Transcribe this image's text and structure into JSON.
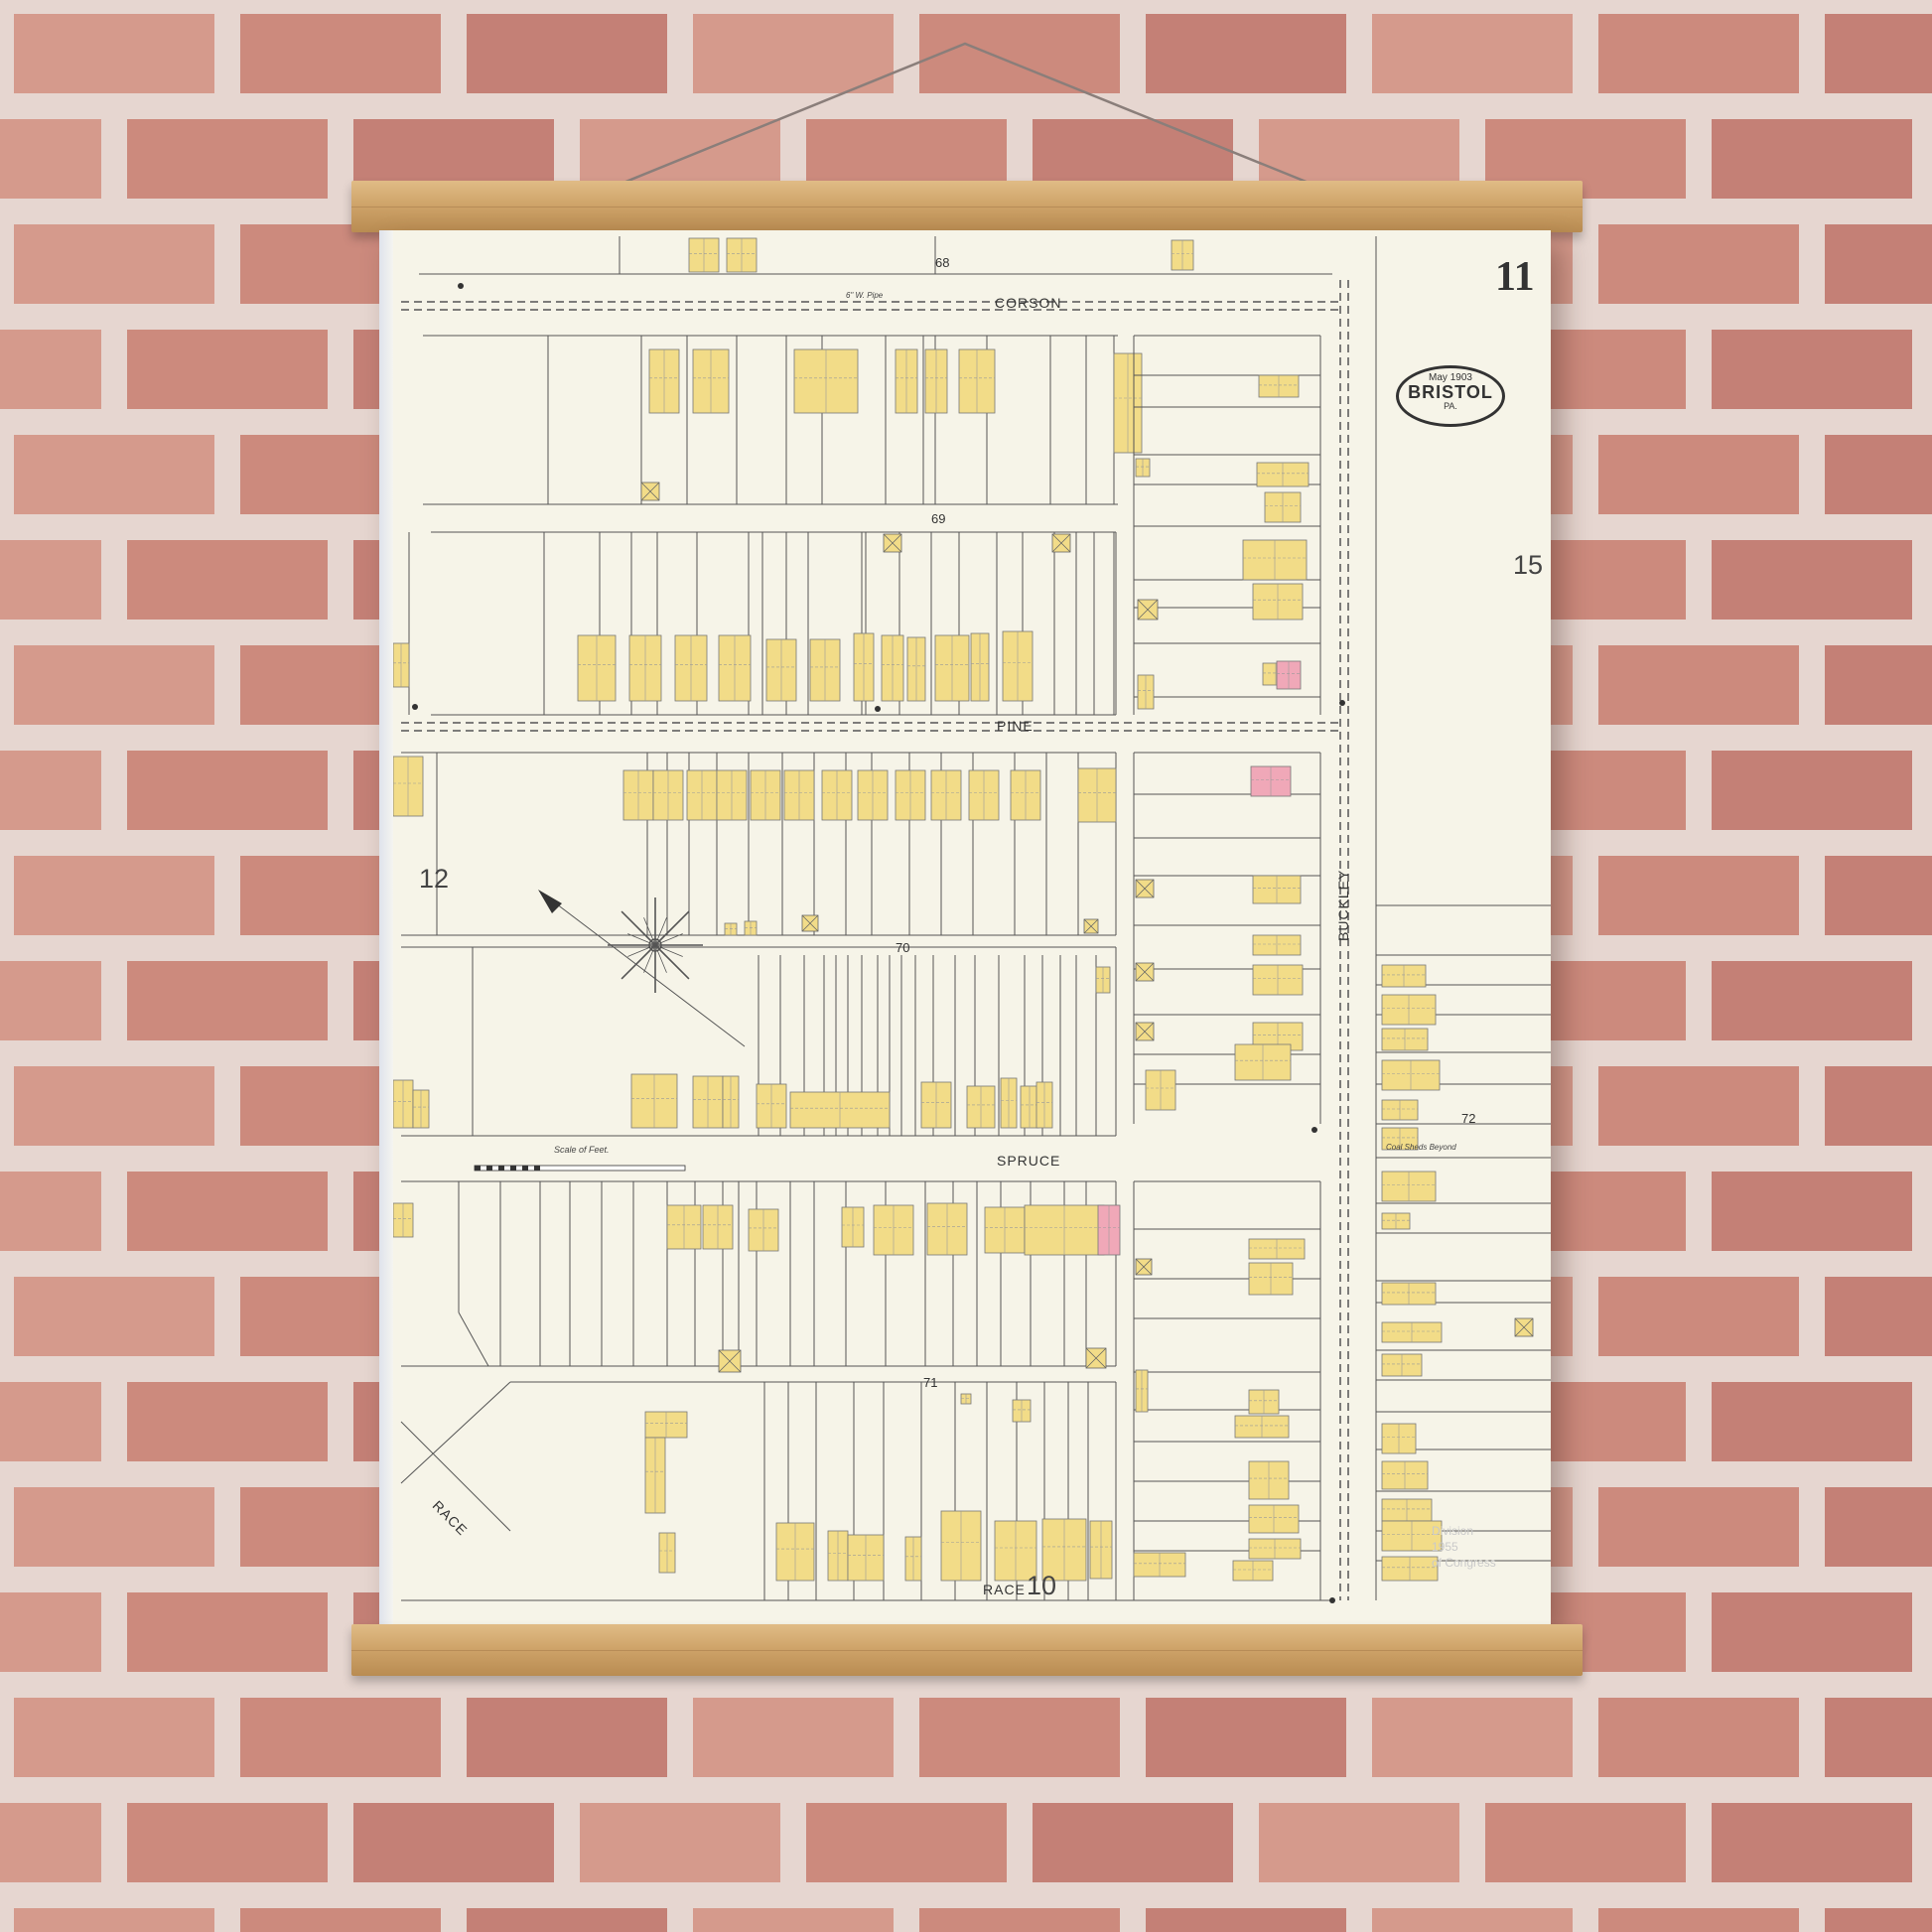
{
  "colors": {
    "brick_light": "#d59a8c",
    "brick_mid": "#cc8a7d",
    "brick_dark": "#c48076",
    "mortar": "#e6d6d0",
    "paper": "#f6f4e8",
    "building_frame": "#f2dc88",
    "building_brick": "#f0a8b8",
    "line": "#555555",
    "rail_wood": "#cfa46a"
  },
  "map": {
    "page_number": "11",
    "seal": {
      "date": "May 1903",
      "city": "BRISTOL",
      "state": "PA."
    },
    "streets": [
      "CORSON",
      "PINE",
      "SPRUCE",
      "RACE",
      "RACE",
      "BUCKLEY"
    ],
    "block_numbers": [
      "68",
      "69",
      "70",
      "71",
      "72"
    ],
    "adjacent_sheets": [
      "15",
      "12",
      "10"
    ],
    "scale_label": "Scale of Feet.",
    "notes": [
      "Coal Sheds Beyond"
    ],
    "pipe_label": "6\" W. Pipe",
    "stamp": [
      "Division",
      "1955",
      "of Congress"
    ]
  }
}
